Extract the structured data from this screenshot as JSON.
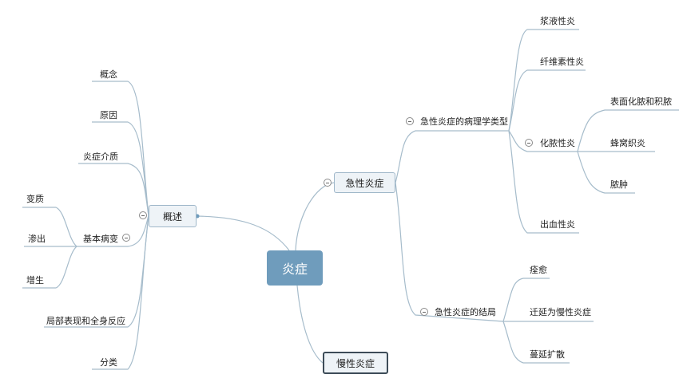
{
  "root": "炎症",
  "left": {
    "main": "概述",
    "items": [
      "概念",
      "原因",
      "炎症介质",
      "基本病变",
      "局部表现和全身反应",
      "分类"
    ],
    "basic_changes": [
      "变质",
      "渗出",
      "增生"
    ]
  },
  "right": {
    "acute": "急性炎症",
    "acute_types": {
      "label": "急性炎症的病理学类型",
      "items": [
        "浆液性炎",
        "纤维素性炎",
        "化脓性炎",
        "出血性炎"
      ],
      "suppurative": [
        "表面化脓和积脓",
        "蜂窝织炎",
        "脓肿"
      ]
    },
    "acute_outcome": {
      "label": "急性炎症的结局",
      "items": [
        "痊愈",
        "迁延为慢性炎症",
        "蔓延扩散"
      ]
    },
    "chronic": "慢性炎症"
  },
  "colors": {
    "root": "#6f9cbc",
    "line": "#9fb6c6",
    "box": "#eef3f7"
  }
}
